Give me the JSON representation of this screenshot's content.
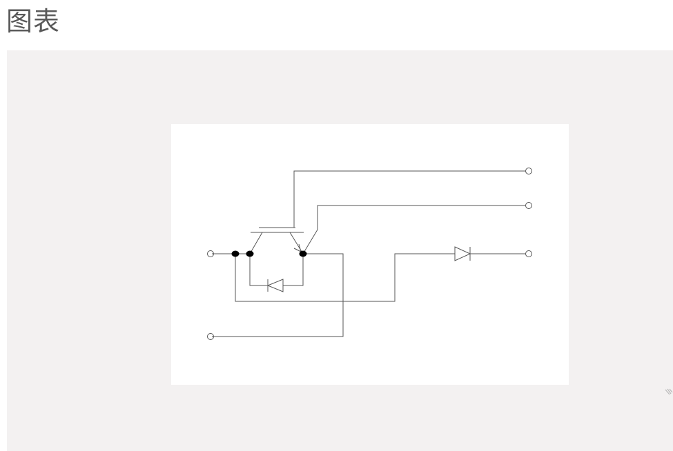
{
  "page": {
    "title": "图表"
  },
  "colors": {
    "panel_background": "#f3f1f1",
    "card_background": "#ffffff",
    "wire": "#555555",
    "junction": "#000000",
    "title_text": "#595959"
  },
  "diagram": {
    "components": [
      "igbt-transistor-icon",
      "freewheel-diode-icon",
      "series-diode-icon"
    ],
    "terminal_count": 5,
    "junction_count": 3
  }
}
